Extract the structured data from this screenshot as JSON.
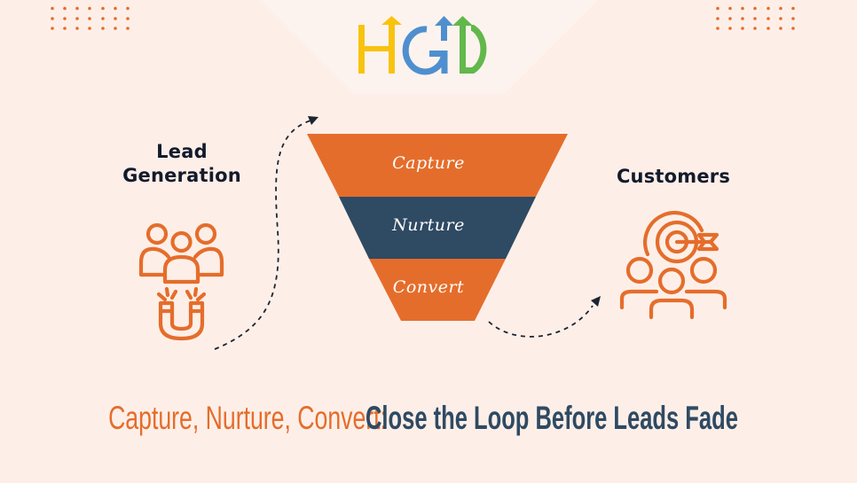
{
  "logo": {
    "text": "HGD",
    "letters": [
      {
        "char": "H",
        "color": "#f8c30f"
      },
      {
        "char": "G",
        "color": "#4f8fcf"
      },
      {
        "char": "D",
        "color": "#62b84a"
      }
    ]
  },
  "colors": {
    "background": "#fdefe8",
    "logo_panel": "#fdf3ee",
    "accent_orange": "#e56d2b",
    "navy": "#2f4a63",
    "label_dark": "#131b2c",
    "arrow": "#1c2433"
  },
  "left_stage": {
    "title_line1": "Lead",
    "title_line2": "Generation",
    "icon": "people-magnet-icon"
  },
  "right_stage": {
    "title": "Customers",
    "icon": "target-audience-icon"
  },
  "funnel": {
    "stages": [
      {
        "label": "Capture",
        "color": "#e56d2b"
      },
      {
        "label": "Nurture",
        "color": "#2f4a63"
      },
      {
        "label": "Convert",
        "color": "#e56d2b"
      }
    ]
  },
  "headline": {
    "part1": "Capture, Nurture, Convert:",
    "part2": "Close the Loop Before Leads Fade"
  },
  "decorations": {
    "dot_grids": [
      {
        "position": "top-left",
        "rows": 3,
        "cols": 7
      },
      {
        "position": "top-right",
        "rows": 3,
        "cols": 7
      }
    ]
  }
}
